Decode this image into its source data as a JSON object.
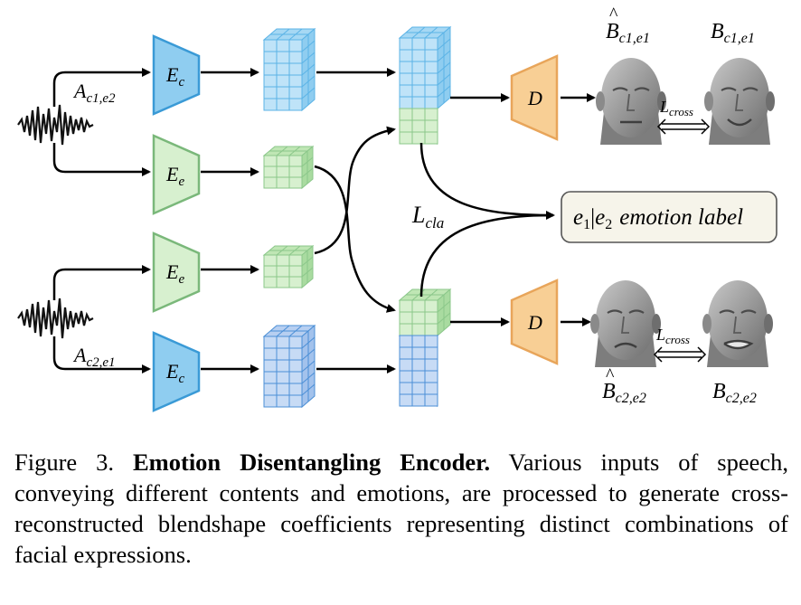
{
  "diagram": {
    "inputs": {
      "top_label": {
        "base": "A",
        "sub": "c1,e2"
      },
      "bottom_label": {
        "base": "A",
        "sub": "c2,e1"
      }
    },
    "encoders": {
      "content": {
        "base": "E",
        "sub": "c"
      },
      "emotion": {
        "base": "E",
        "sub": "e"
      }
    },
    "decoder": "D",
    "loss_cla": {
      "base": "L",
      "sub": "cla"
    },
    "loss_cross": {
      "base": "L",
      "sub": "cross"
    },
    "emotion_box": {
      "e1": "e",
      "e1_sub": "1",
      "sep": "|",
      "e2": "e",
      "e2_sub": "2",
      "text": "emotion label"
    },
    "faces": {
      "top_pred": {
        "base": "B",
        "sub": "c1,e1"
      },
      "top_gt": {
        "base": "B",
        "sub": "c1,e1"
      },
      "bottom_pred": {
        "base": "B",
        "sub": "c2,e2"
      },
      "bottom_gt": {
        "base": "B",
        "sub": "c2,e2"
      }
    },
    "colors": {
      "content_blue": "#5bb3e6",
      "content_blue_fill": "#bfe3f8",
      "content_dark_blue": "#4b8fd6",
      "content_dark_fill": "#c7dbf5",
      "emotion_green": "#8bc78a",
      "emotion_green_fill": "#d7f0cf",
      "decoder_orange": "#e8a55a",
      "decoder_fill": "#f8cf95",
      "face_gray": "#9a9a9a",
      "label_box_fill": "#f6f4ea"
    }
  },
  "caption": {
    "prefix": "Figure 3. ",
    "title": "Emotion Disentangling Encoder.",
    "body": "  Various inputs of speech, conveying different contents and emotions, are processed to generate cross-reconstructed blendshape coefficients representing distinct combinations of facial expressions."
  }
}
